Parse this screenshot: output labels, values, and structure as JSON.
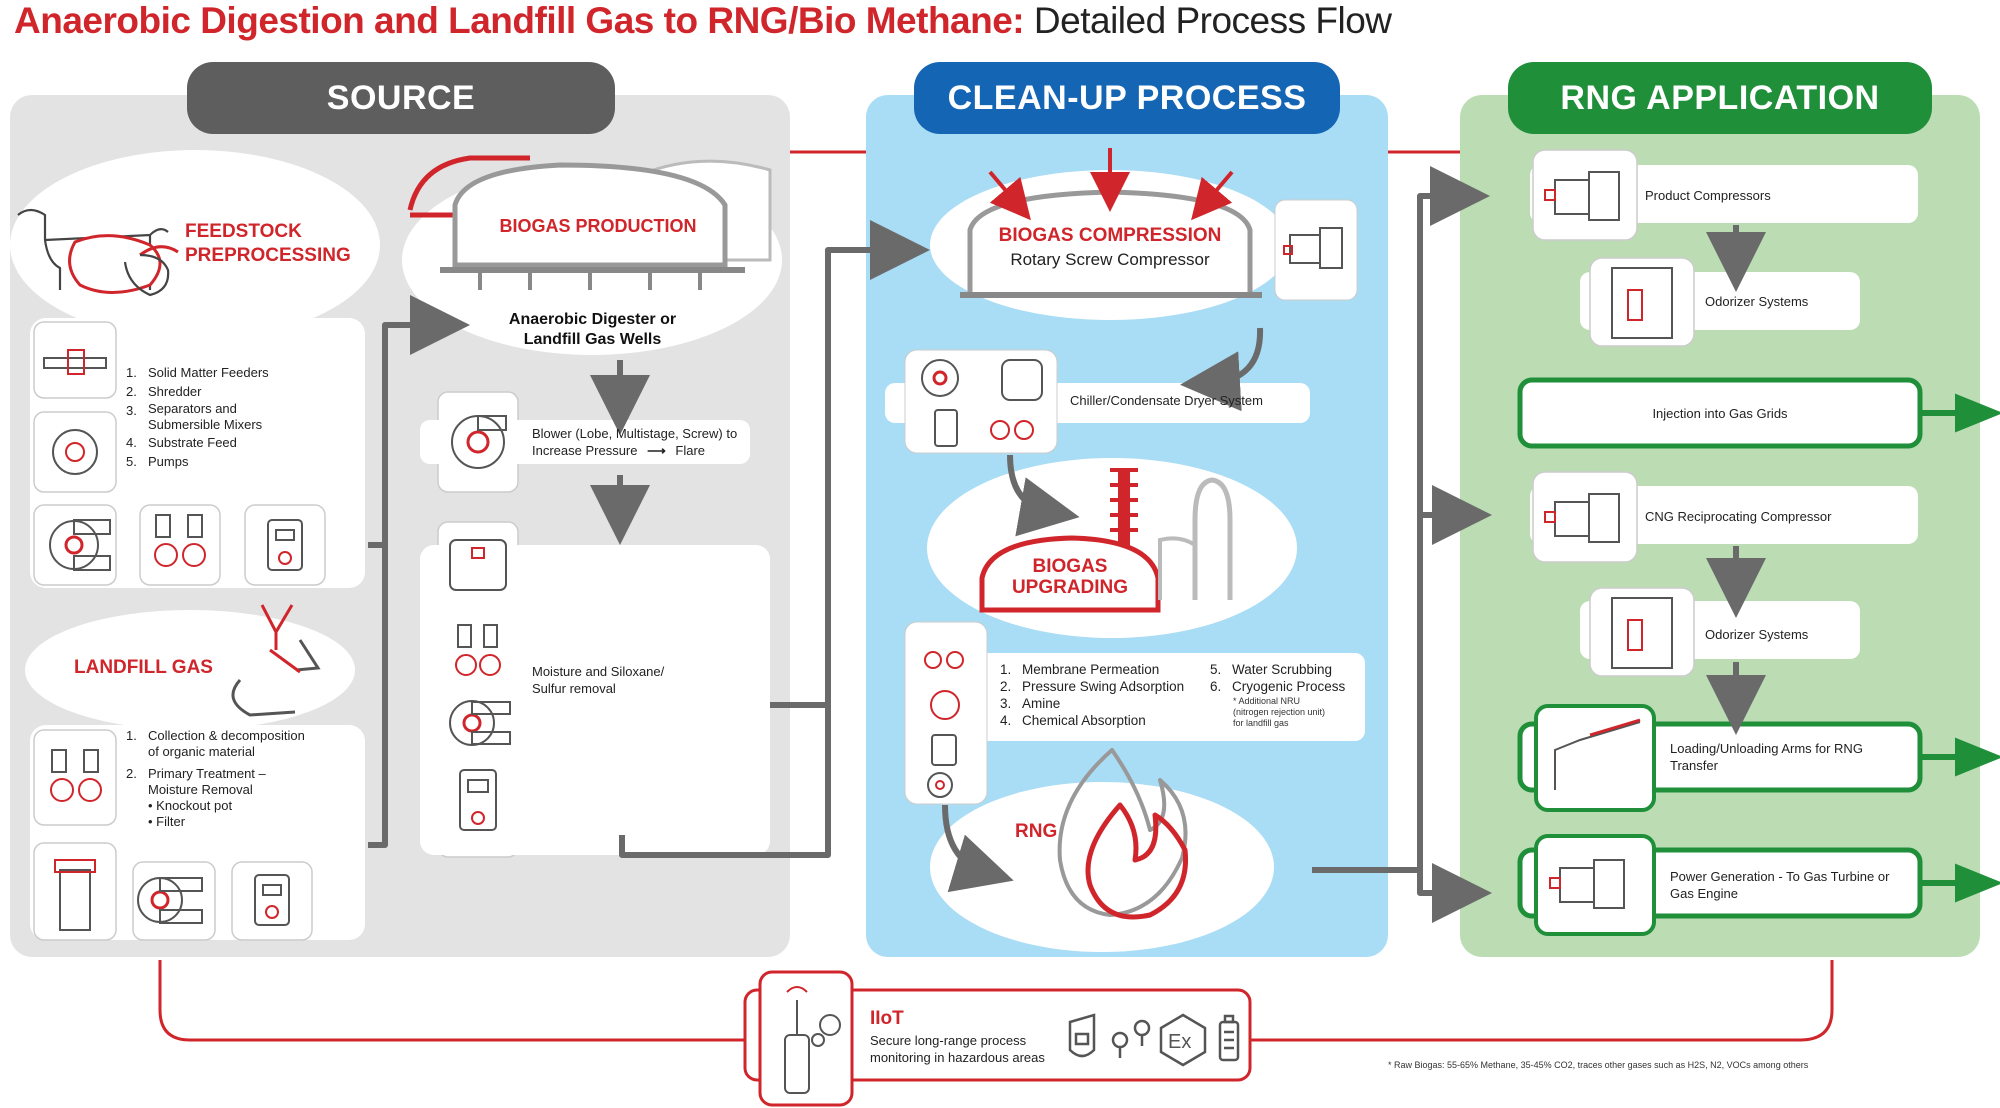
{
  "title": {
    "bold": "Anaerobic Digestion and Landfill Gas to RNG/Bio Methane:",
    "regular": "Detailed Process Flow"
  },
  "columns": {
    "source": "SOURCE",
    "cleanup": "CLEAN-UP PROCESS",
    "application": "RNG APPLICATION"
  },
  "source": {
    "feedstock_label": "FEEDSTOCK PREPROCESSING",
    "feedstock_list": [
      {
        "n": "1.",
        "text": "Solid Matter Feeders"
      },
      {
        "n": "2.",
        "text": "Shredder"
      },
      {
        "n": "3.",
        "text": "Separators and Submersible Mixers"
      },
      {
        "n": "4.",
        "text": "Substrate Feed"
      },
      {
        "n": "5.",
        "text": "Pumps"
      }
    ],
    "landfill_label": "LANDFILL GAS",
    "landfill_list": [
      {
        "n": "1.",
        "text": "Collection & decomposition of organic material"
      },
      {
        "n": "2.",
        "text": "Primary Treatment – Moisture Removal"
      }
    ],
    "landfill_sub": [
      "• Knockout pot",
      "• Filter"
    ],
    "biogas_production": "BIOGAS PRODUCTION",
    "digester_caption": "Anaerobic Digester or Landfill Gas Wells",
    "blower_text": "Blower (Lobe, Multistage, Screw) to Increase Pressure",
    "blower_flare": "Flare",
    "moisture_text": "Moisture and Siloxane/ Sulfur removal"
  },
  "cleanup": {
    "compression_title": "BIOGAS COMPRESSION",
    "compression_sub": "Rotary Screw Compressor",
    "chiller": "Chiller/Condensate Dryer System",
    "upgrading": "BIOGAS UPGRADING",
    "methods_left": [
      {
        "n": "1.",
        "text": "Membrane Permeation"
      },
      {
        "n": "2.",
        "text": "Pressure Swing Adsorption"
      },
      {
        "n": "3.",
        "text": "Amine"
      },
      {
        "n": "4.",
        "text": "Chemical Absorption"
      }
    ],
    "methods_right": [
      {
        "n": "5.",
        "text": "Water Scrubbing"
      },
      {
        "n": "6.",
        "text": "Cryogenic Process"
      }
    ],
    "nru_note": "* Additional NRU (nitrogen rejection unit) for landfill gas",
    "rng": "RNG"
  },
  "application": {
    "items": [
      "Product Compressors",
      "Odorizer Systems",
      "Injection into Gas Grids",
      "CNG Reciprocating Compressor",
      "Odorizer Systems",
      "Loading/Unloading Arms for RNG Transfer",
      "Power Generation - To Gas Turbine or Gas Engine"
    ]
  },
  "iiot": {
    "title": "IIoT",
    "text": "Secure long-range process monitoring in hazardous areas",
    "icons": [
      "lock-icon",
      "location-pins-icon",
      "ex-hazard-icon",
      "battery-icon"
    ]
  },
  "footnote": "* Raw Biogas: 55-65% Methane, 35-45% CO2, traces other gases such as H2S, N2, VOCs among others",
  "colors": {
    "red": "#d0262b",
    "gray_header": "#5e5e5e",
    "blue_header": "#1565b5",
    "green_header": "#1f8f3a",
    "source_panel": "#e3e3e3",
    "cleanup_panel": "#a9dcf5",
    "app_panel": "#bcdcb4"
  }
}
